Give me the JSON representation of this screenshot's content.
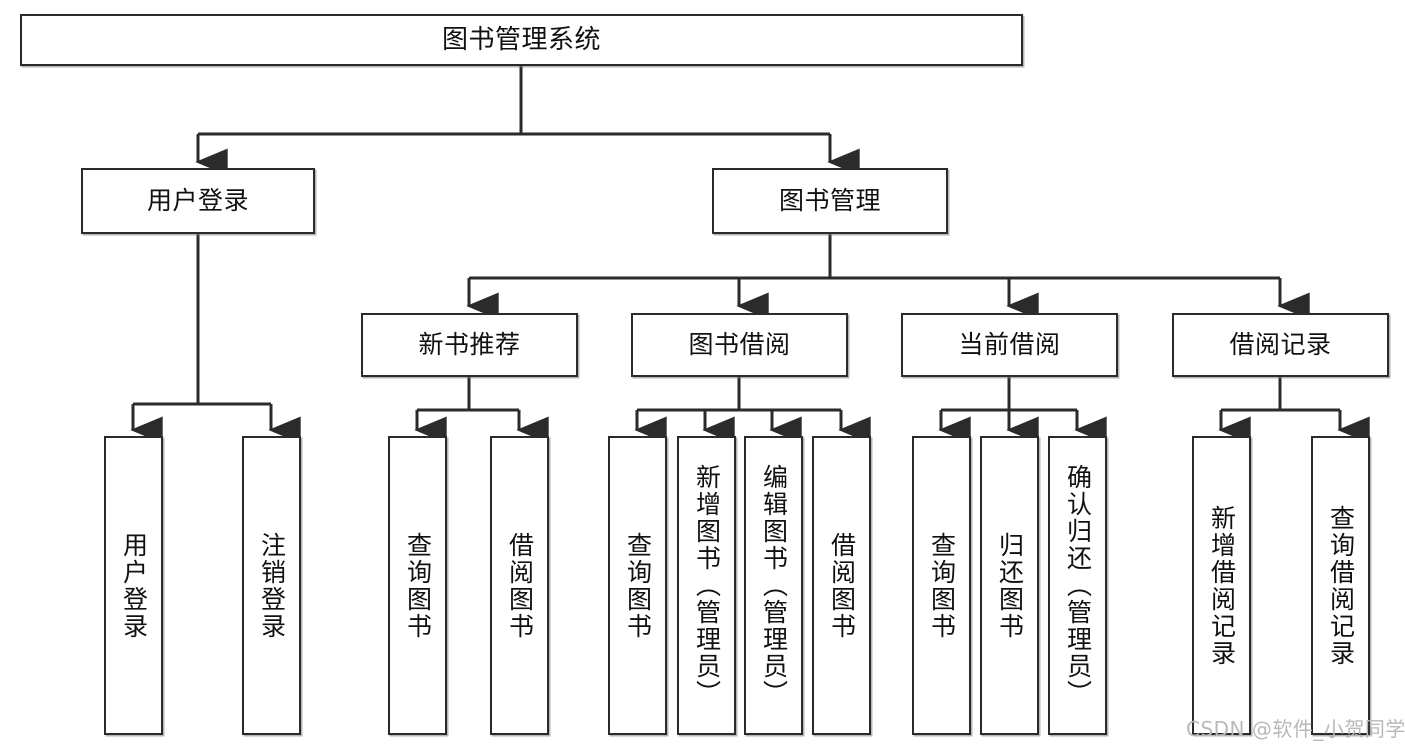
{
  "diagram": {
    "type": "tree-hierarchy",
    "title": "图书管理系统",
    "orientation": "top-down",
    "colors": {
      "box_border": "#2b2b2b",
      "box_fill": "#ffffff",
      "connector": "#2b2b2b",
      "text": "#111111",
      "watermark": "#b9b9b9",
      "background": "#ffffff"
    },
    "nodes": {
      "root": {
        "label": "图书管理系统"
      },
      "level2": [
        {
          "id": "user-login",
          "label": "用户登录"
        },
        {
          "id": "book-manage",
          "label": "图书管理"
        }
      ],
      "level3": [
        {
          "id": "new-book-recommend",
          "label": "新书推荐"
        },
        {
          "id": "book-borrow",
          "label": "图书借阅"
        },
        {
          "id": "current-borrow",
          "label": "当前借阅"
        },
        {
          "id": "borrow-record",
          "label": "借阅记录"
        }
      ],
      "leaves": {
        "user-login": [
          {
            "id": "leaf-user-login",
            "label": "用户登录"
          },
          {
            "id": "leaf-logout",
            "label": "注销登录"
          }
        ],
        "new-book-recommend": [
          {
            "id": "leaf-query-book-1",
            "label": "查询图书"
          },
          {
            "id": "leaf-borrow-book-1",
            "label": "借阅图书"
          }
        ],
        "book-borrow": [
          {
            "id": "leaf-query-book-2",
            "label": "查询图书"
          },
          {
            "id": "leaf-add-book",
            "label": "新增图书（管理员）"
          },
          {
            "id": "leaf-edit-book",
            "label": "编辑图书（管理员）"
          },
          {
            "id": "leaf-borrow-book-2",
            "label": "借阅图书"
          }
        ],
        "current-borrow": [
          {
            "id": "leaf-query-book-3",
            "label": "查询图书"
          },
          {
            "id": "leaf-return-book",
            "label": "归还图书"
          },
          {
            "id": "leaf-confirm-return",
            "label": "确认归还（管理员）"
          }
        ],
        "borrow-record": [
          {
            "id": "leaf-add-record",
            "label": "新增借阅记录"
          },
          {
            "id": "leaf-query-record",
            "label": "查询借阅记录"
          }
        ]
      }
    },
    "watermark": "CSDN @软件_小贺同学"
  }
}
